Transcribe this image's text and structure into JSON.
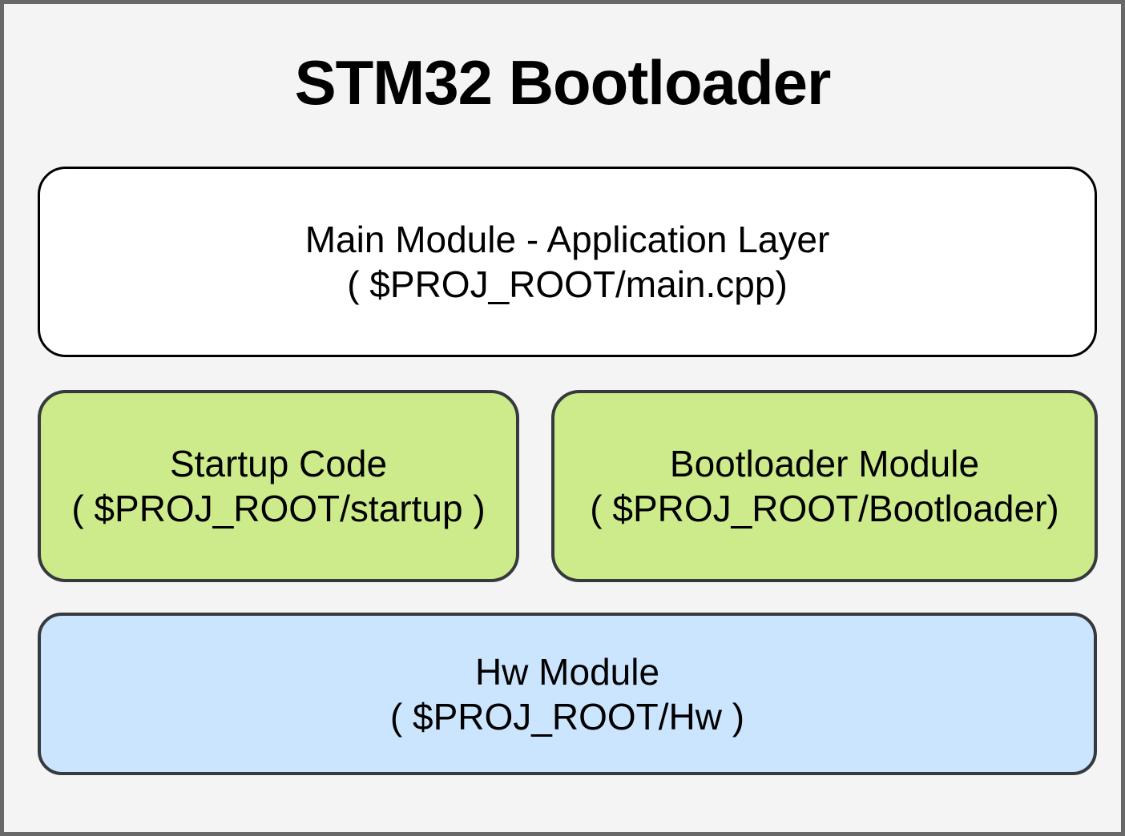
{
  "title": "STM32 Bootloader",
  "boxes": {
    "main": {
      "line1": "Main Module - Application Layer",
      "line2": "( $PROJ_ROOT/main.cpp)"
    },
    "startup": {
      "line1": "Startup Code",
      "line2": "( $PROJ_ROOT/startup )"
    },
    "bootloader": {
      "line1": "Bootloader Module",
      "line2": "( $PROJ_ROOT/Bootloader)"
    },
    "hw": {
      "line1": "Hw Module",
      "line2": "( $PROJ_ROOT/Hw )"
    }
  },
  "colors": {
    "background": "#f4f4f5",
    "frame_border": "#686868",
    "main_fill": "#ffffff",
    "main_stroke": "#000000",
    "green_fill": "#cdeb8b",
    "blue_fill": "#cce5ff",
    "box_stroke": "#36393d",
    "text": "#000000"
  }
}
